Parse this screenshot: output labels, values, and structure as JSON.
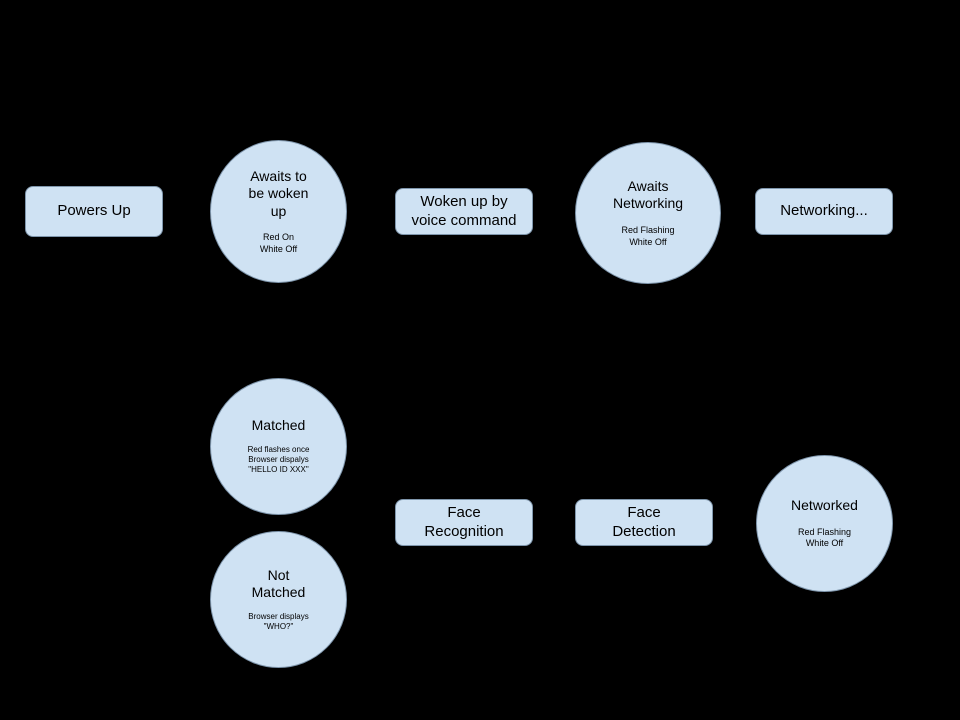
{
  "diagram": {
    "background_color": "#000000",
    "node_fill_color": "#cfe2f3",
    "node_border_color": "#7f96ac",
    "nodes": {
      "powers_up": {
        "label": "Powers Up"
      },
      "awaits_wake": {
        "label": "Awaits to\nbe woken\nup",
        "sublabel": "Red On\nWhite Off"
      },
      "woken_up": {
        "label": "Woken up by\nvoice command"
      },
      "awaits_networking": {
        "label": "Awaits\nNetworking",
        "sublabel": "Red Flashing\nWhite Off"
      },
      "networking": {
        "label": "Networking..."
      },
      "matched": {
        "label": "Matched",
        "sublabel": "Red flashes once\nBrowser dispalys\n\"HELLO ID XXX\""
      },
      "not_matched": {
        "label": "Not\nMatched",
        "sublabel": "Browser displays\n\"WHO?\""
      },
      "face_recognition": {
        "label": "Face\nRecognition"
      },
      "face_detection": {
        "label": "Face\nDetection"
      },
      "networked": {
        "label": "Networked",
        "sublabel": "Red Flashing\nWhite Off"
      }
    }
  }
}
